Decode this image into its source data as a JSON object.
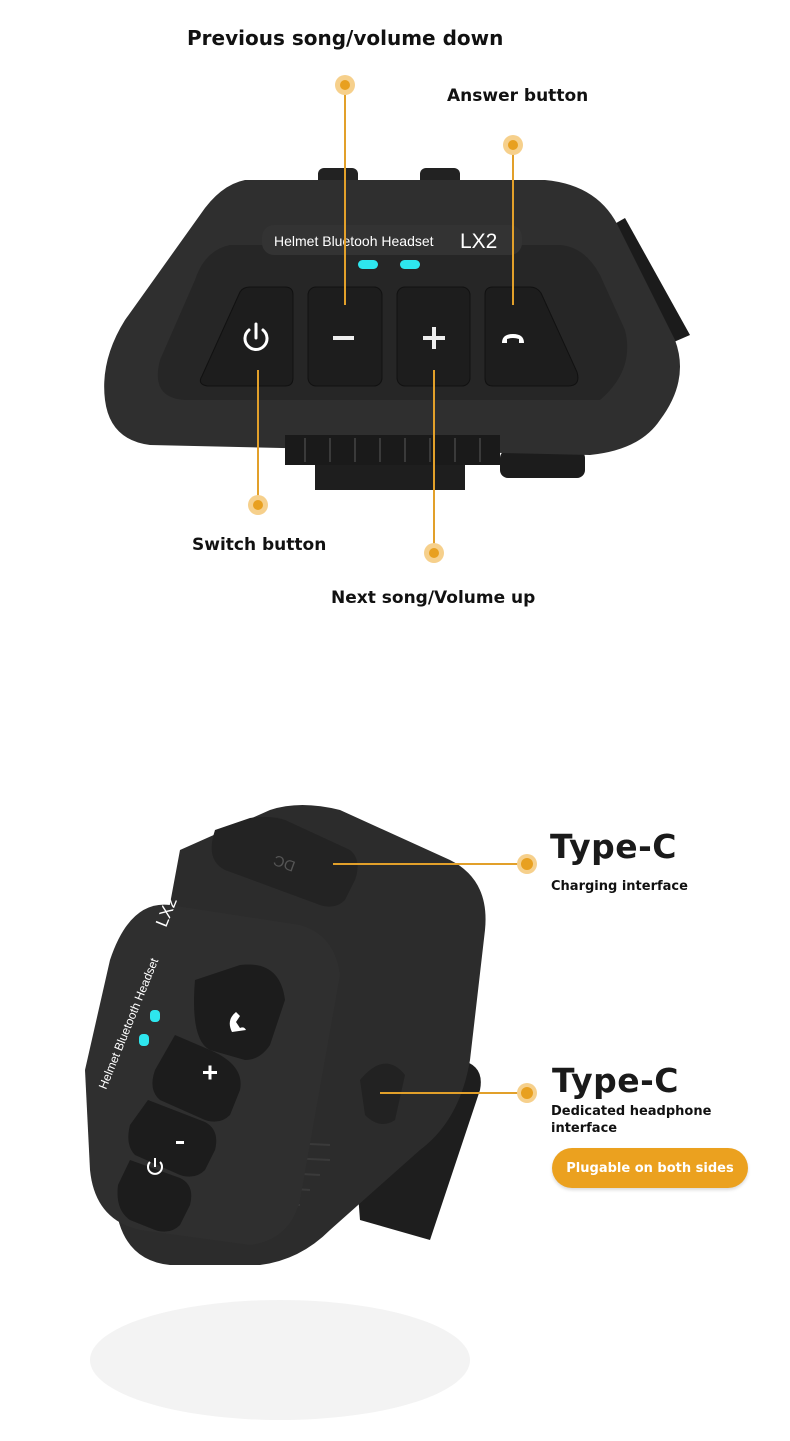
{
  "top_diagram": {
    "device_label": "Helmet Bluetooh Headset",
    "device_model": "LX2",
    "callouts": {
      "previous": "Previous song/volume down",
      "answer": "Answer button",
      "switch": "Switch button",
      "next": "Next song/Volume up"
    }
  },
  "bottom_diagram": {
    "device_label": "Helmet Bluetooth Headset",
    "device_model": "LX2",
    "port_cover_text": "DC",
    "charging": {
      "title": "Type-C",
      "subtitle": "Charging interface"
    },
    "headphone": {
      "title": "Type-C",
      "subtitle_line1": "Dedicated headphone",
      "subtitle_line2": "interface"
    },
    "badge": "Plugable on both sides"
  },
  "colors": {
    "accent": "#e8a020",
    "led": "#2ee6ee",
    "device": "#2a2a2a"
  }
}
